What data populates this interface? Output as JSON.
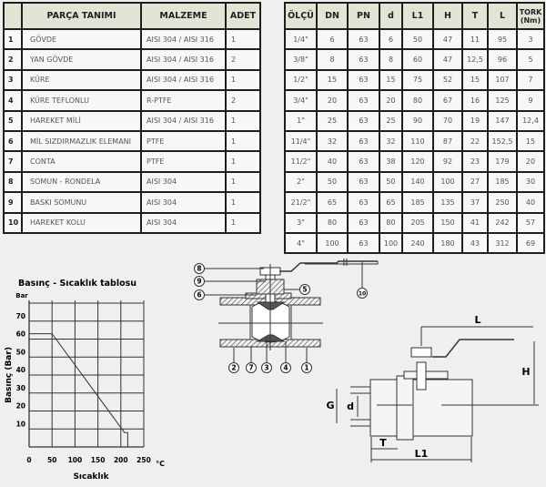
{
  "parts_table": {
    "headers": [
      "",
      "PARÇA TANIMI",
      "MALZEME",
      "ADET"
    ],
    "rows": [
      [
        "1",
        "GÖVDE",
        "AISI 304 / AISI 316",
        "1"
      ],
      [
        "2",
        "YAN GÖVDE",
        "AISI 304 / AISI 316",
        "2"
      ],
      [
        "3",
        "KÜRE",
        "AISI 304 / AISI 316",
        "1"
      ],
      [
        "4",
        "KÜRE TEFLONLU",
        "R-PTFE",
        "2"
      ],
      [
        "5",
        "HAREKET MİLİ",
        "AISI 304 / AISI 316",
        "1"
      ],
      [
        "6",
        "MİL SIZDIRMAZLIK ELEMANI",
        "PTFE",
        "1"
      ],
      [
        "7",
        "CONTA",
        "PTFE",
        "1"
      ],
      [
        "8",
        "SOMUN - RONDELA",
        "AISI 304",
        "1"
      ],
      [
        "9",
        "BASKI SOMUNU",
        "AISI 304",
        "1"
      ],
      [
        "10",
        "HAREKET KOLU",
        "AISI 304",
        "1"
      ]
    ]
  },
  "dims_table": {
    "headers": [
      "ÖLÇÜ",
      "DN",
      "PN",
      "d",
      "L1",
      "H",
      "T",
      "L",
      "TORK",
      "(Nm)"
    ],
    "rows": [
      [
        "1/4\"",
        "6",
        "63",
        "6",
        "50",
        "47",
        "11",
        "95",
        "3"
      ],
      [
        "3/8\"",
        "8",
        "63",
        "8",
        "60",
        "47",
        "12,5",
        "96",
        "5"
      ],
      [
        "1/2\"",
        "15",
        "63",
        "15",
        "75",
        "52",
        "15",
        "107",
        "7"
      ],
      [
        "3/4\"",
        "20",
        "63",
        "20",
        "80",
        "67",
        "16",
        "125",
        "9"
      ],
      [
        "1\"",
        "25",
        "63",
        "25",
        "90",
        "70",
        "19",
        "147",
        "12,4"
      ],
      [
        "11/4\"",
        "32",
        "63",
        "32",
        "110",
        "87",
        "22",
        "152,5",
        "15"
      ],
      [
        "11/2\"",
        "40",
        "63",
        "38",
        "120",
        "92",
        "23",
        "179",
        "20"
      ],
      [
        "2\"",
        "50",
        "63",
        "50",
        "140",
        "100",
        "27",
        "185",
        "30"
      ],
      [
        "21/2\"",
        "65",
        "63",
        "65",
        "185",
        "135",
        "37",
        "250",
        "40"
      ],
      [
        "3\"",
        "80",
        "63",
        "80",
        "205",
        "150",
        "41",
        "242",
        "57"
      ],
      [
        "4\"",
        "100",
        "63",
        "100",
        "240",
        "180",
        "43",
        "312",
        "69"
      ]
    ]
  },
  "chart_data": {
    "type": "line",
    "title": "Basınç - Sıcaklık tablosu",
    "xlabel": "Sıcaklık",
    "ylabel": "Basınç (Bar)",
    "y_unit": "Bar",
    "x_unit": "°C",
    "xlim": [
      0,
      250
    ],
    "ylim": [
      0,
      80
    ],
    "x_ticks": [
      "0",
      "50",
      "100",
      "150",
      "200",
      "250"
    ],
    "y_ticks": [
      "10",
      "20",
      "30",
      "40",
      "50",
      "60",
      "70"
    ],
    "grid": true,
    "series": [
      {
        "name": "Basınç",
        "x": [
          0,
          50,
          208,
          215,
          215
        ],
        "y": [
          63,
          63,
          8,
          8,
          0
        ]
      }
    ]
  },
  "diagram": {
    "callouts": [
      "8",
      "9",
      "6",
      "5",
      "10",
      "2",
      "7",
      "3",
      "4",
      "1"
    ],
    "dimensions": [
      "L",
      "H",
      "G",
      "d",
      "T",
      "L1"
    ]
  }
}
